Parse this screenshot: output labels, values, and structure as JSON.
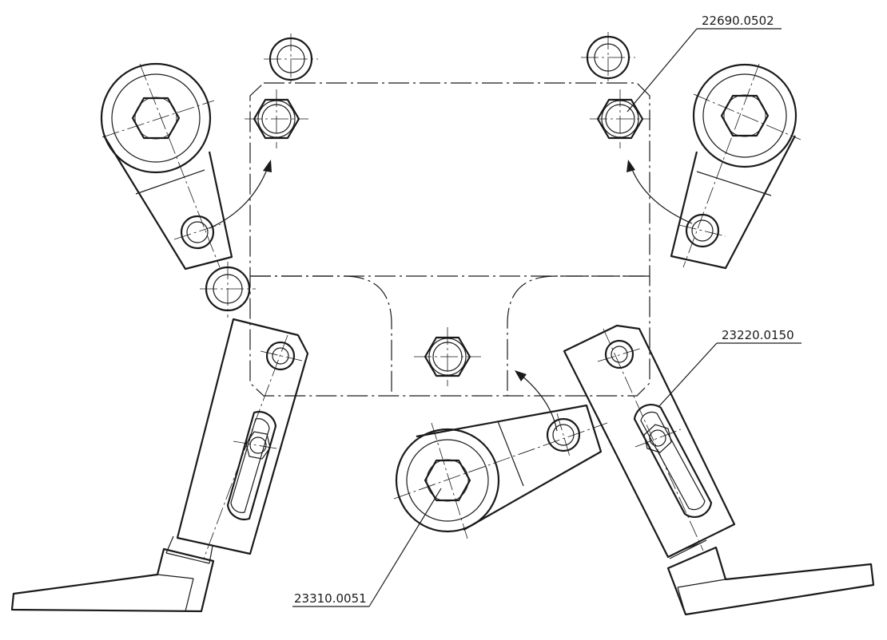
{
  "callouts": [
    {
      "id": "top-right",
      "text": "22690.0502"
    },
    {
      "id": "mid-right",
      "text": "23220.0150"
    },
    {
      "id": "bottom",
      "text": "23310.0051"
    }
  ],
  "colors": {
    "line": "#1a1a1a",
    "background": "#ffffff"
  }
}
